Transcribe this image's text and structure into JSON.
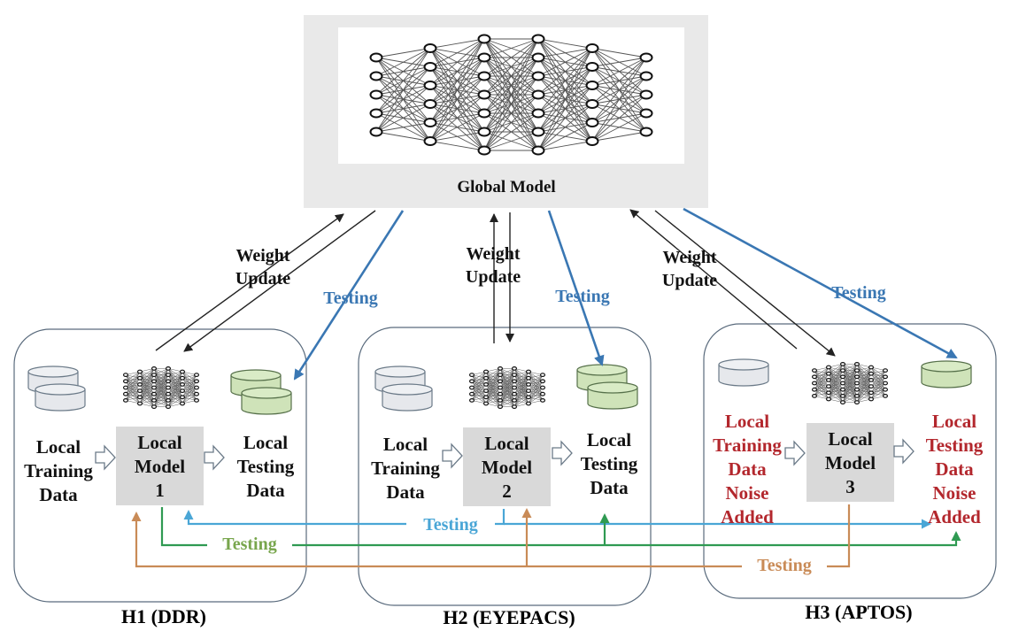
{
  "global_model": {
    "label": "Global Model"
  },
  "weight_update": {
    "line1": "Weight",
    "line2": "Update"
  },
  "testing_label": "Testing",
  "hospitals": [
    {
      "name": "H1 (DDR)",
      "training": [
        "Local",
        "Training",
        "Data"
      ],
      "model": [
        "Local",
        "Model",
        "1"
      ],
      "testing": [
        "Local",
        "Testing",
        "Data"
      ]
    },
    {
      "name": "H2 (EYEPACS)",
      "training": [
        "Local",
        "Training",
        "Data"
      ],
      "model": [
        "Local",
        "Model",
        "2"
      ],
      "testing": [
        "Local",
        "Testing",
        "Data"
      ]
    },
    {
      "name": "H3 (APTOS)",
      "training": [
        "Local",
        "Training",
        "Data",
        "Noise",
        "Added"
      ],
      "model": [
        "Local",
        "Model",
        "3"
      ],
      "testing": [
        "Local",
        "Testing",
        "Data",
        "Noise",
        "Added"
      ]
    }
  ],
  "colors": {
    "blue_arrow": "#3a77b3",
    "testing_blue": "#4aa6d6",
    "testing_green": "#2f9a52",
    "testing_orange": "#c98b57",
    "local_data_red": "#b3272d",
    "db_grey": "#e6e8ec",
    "db_green": "#cfe3b9"
  }
}
